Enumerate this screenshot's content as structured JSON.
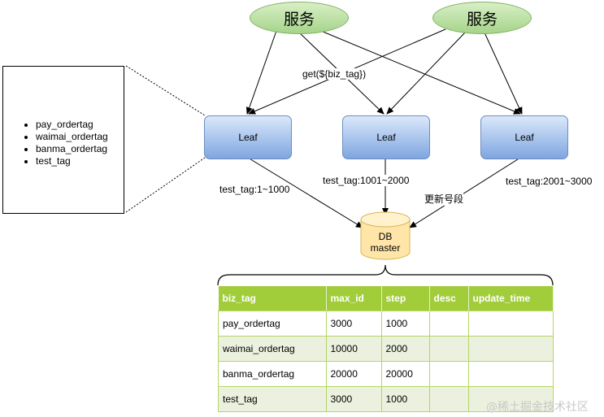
{
  "services": [
    {
      "label": "服务"
    },
    {
      "label": "服务"
    }
  ],
  "call_label": "get(${biz_tag})",
  "leaves": [
    {
      "label": "Leaf"
    },
    {
      "label": "Leaf"
    },
    {
      "label": "Leaf"
    }
  ],
  "ranges": [
    "test_tag:1~1000",
    "test_tag:1001~2000",
    "test_tag:2001~3000"
  ],
  "update_label": "更新号段",
  "tag_list": [
    "pay_ordertag",
    "waimai_ordertag",
    "banma_ordertag",
    "test_tag"
  ],
  "db": {
    "line1": "DB",
    "line2": "master"
  },
  "table": {
    "headers": [
      "biz_tag",
      "max_id",
      "step",
      "desc",
      "update_time"
    ],
    "rows": [
      [
        "pay_ordertag",
        "3000",
        "1000",
        "",
        ""
      ],
      [
        "waimai_ordertag",
        "10000",
        "2000",
        "",
        ""
      ],
      [
        "banma_ordertag",
        "20000",
        "20000",
        "",
        ""
      ],
      [
        "test_tag",
        "3000",
        "1000",
        "",
        ""
      ]
    ]
  },
  "watermark": "@稀土掘金技术社区",
  "colors": {
    "service": "#b9dfa0",
    "leaf": "#a9c4ee",
    "db": "#ffe6a8",
    "table_header": "#a2cd3b"
  }
}
